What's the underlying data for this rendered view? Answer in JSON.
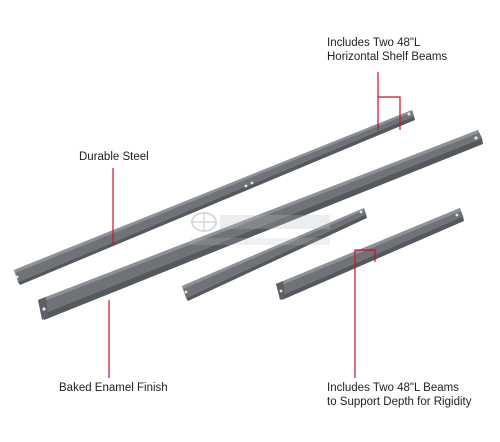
{
  "callouts": {
    "beams_top": [
      "Includes Two 48\"L",
      "Horizontal Shelf Beams"
    ],
    "steel": "Durable Steel",
    "finish": "Baked Enamel Finish",
    "beams_bottom": [
      "Includes Two 48\"L Beams",
      "to Support Depth for Rigidity"
    ]
  },
  "colors": {
    "beam_face": "#6f7378",
    "beam_edge": "#55595e",
    "beam_highlight": "#8e9297",
    "leader_line": "#c8102e",
    "label_text": "#222222",
    "watermark": "#b8bcc0"
  }
}
